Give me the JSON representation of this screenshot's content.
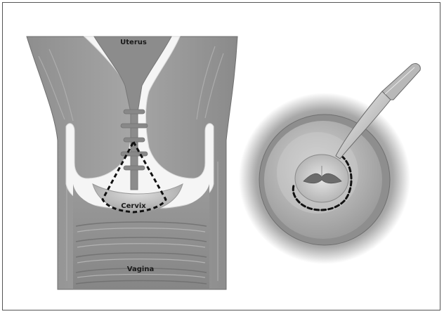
{
  "labels": {
    "uterus": "Uterus",
    "cervix": "Cervix",
    "vagina": "Vagina"
  },
  "colors": {
    "frame": "#555555",
    "tissue_dark": "#7a7a7a",
    "tissue_mid": "#9a9a9a",
    "tissue_light": "#c8c8c8",
    "cavity": "#f4f4f4",
    "dashed_outline": "#111111"
  },
  "icons": [
    "scalpel-icon"
  ]
}
